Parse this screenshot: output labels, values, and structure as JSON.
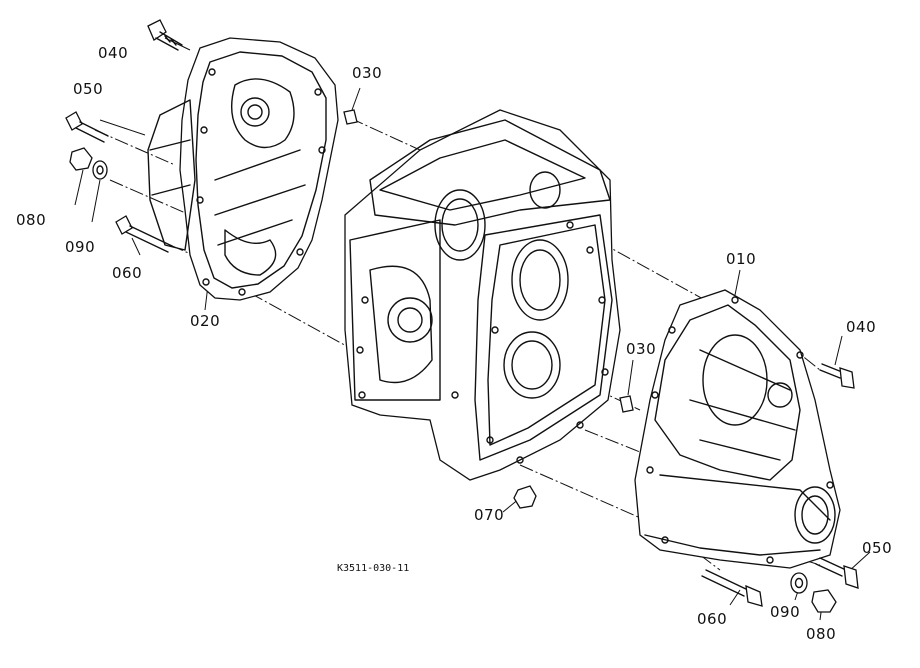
{
  "figure_code": "K3511-030-11",
  "callouts": {
    "p040_left": "040",
    "p050_left": "050",
    "p080_left": "080",
    "p090_left": "090",
    "p060_left": "060",
    "p020": "020",
    "p030_top": "030",
    "p010": "010",
    "p040_right": "040",
    "p030_mid": "030",
    "p070": "070",
    "p050_right": "050",
    "p060_right": "060",
    "p090_right": "090",
    "p080_right": "080"
  }
}
